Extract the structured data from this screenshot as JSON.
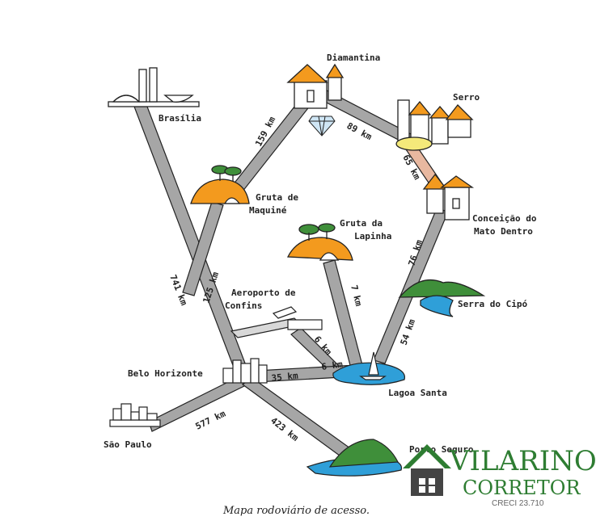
{
  "places": {
    "brasilia": "Brasília",
    "diamantina": "Diamantina",
    "serro": "Serro",
    "gruta_maquine_1": "Gruta de",
    "gruta_maquine_2": "Maquiné",
    "gruta_lapinha_1": "Gruta da",
    "gruta_lapinha_2": "Lapinha",
    "conceicao_1": "Conceição do",
    "conceicao_2": "Mato Dentro",
    "aeroporto_1": "Aeroporto de",
    "aeroporto_2": "Confins",
    "serra_cipo": "Serra do Cipó",
    "belo_horizonte": "Belo Horizonte",
    "lagoa_santa": "Lagoa Santa",
    "sao_paulo": "São Paulo",
    "porto_seguro": "Porto Seguro"
  },
  "distances": {
    "diamantina_maquine": "159 km",
    "diamantina_serro": "89 km",
    "serro_conceicao": "65 km",
    "brasilia_bh": "741 km",
    "maquine_bh": "125 km",
    "conceicao_cipo": "76 km",
    "lapinha_lagoa": "7 km",
    "cipo_lagoa": "54 km",
    "confins_road": "6 km",
    "confins_lagoa": "6 km",
    "bh_lagoa": "35 km",
    "bh_sp": "577 km",
    "bh_porto": "423 km"
  },
  "caption": "Mapa rodoviário de acesso.",
  "watermark": {
    "name": "VILARINO",
    "subtitle": "CORRETOR",
    "creci": "CRECI 23.710"
  },
  "colors": {
    "road": "#a6a6a6",
    "orange": "#f39a1e",
    "green": "#3f8f3a",
    "water": "#2f9fd8",
    "brand": "#2e7d32"
  }
}
